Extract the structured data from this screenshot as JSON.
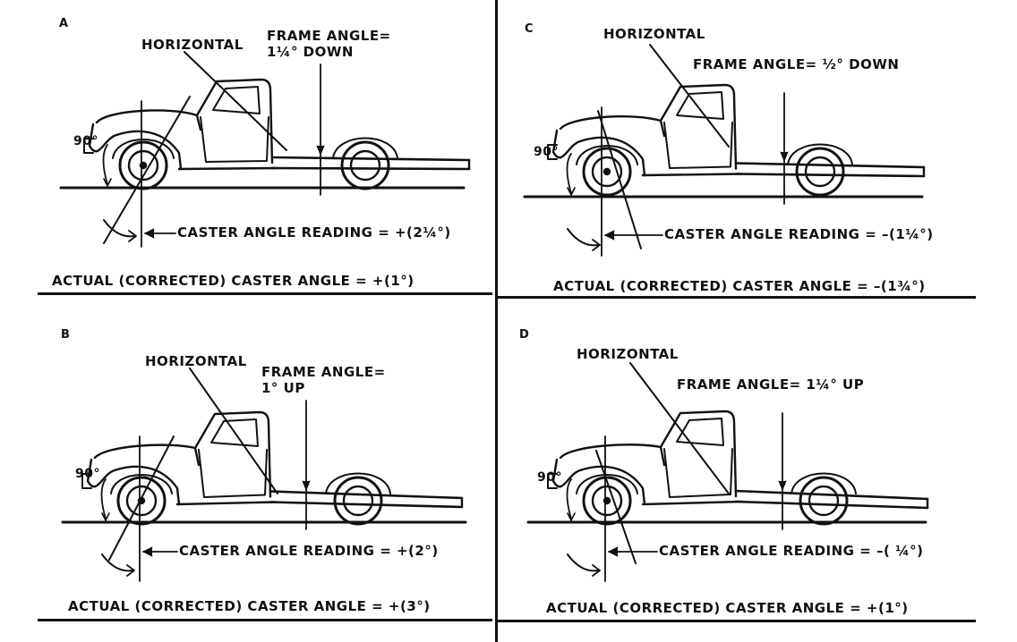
{
  "panels": [
    {
      "letter": "A",
      "horizontal": "HORIZONTAL",
      "frame_line1": "FRAME ANGLE=",
      "frame_line2": "1¼° DOWN",
      "deg": "90°",
      "reading": "CASTER ANGLE READING = +(2¼°)",
      "actual": "ACTUAL (CORRECTED) CASTER ANGLE = +(1°)"
    },
    {
      "letter": "C",
      "horizontal": "HORIZONTAL",
      "frame_line1": "FRAME ANGLE= ½° DOWN",
      "frame_line2": "",
      "deg": "90°",
      "reading": "CASTER ANGLE READING = –(1¼°)",
      "actual": "ACTUAL (CORRECTED) CASTER ANGLE = –(1¾°)"
    },
    {
      "letter": "B",
      "horizontal": "HORIZONTAL",
      "frame_line1": "FRAME ANGLE=",
      "frame_line2": "1° UP",
      "deg": "90°",
      "reading": "CASTER ANGLE READING = +(2°)",
      "actual": "ACTUAL (CORRECTED) CASTER ANGLE = +(3°)"
    },
    {
      "letter": "D",
      "horizontal": "HORIZONTAL",
      "frame_line1": "FRAME ANGLE= 1¼° UP",
      "frame_line2": "",
      "deg": "90°",
      "reading": "CASTER ANGLE READING = –( ¼°)",
      "actual": "ACTUAL (CORRECTED) CASTER ANGLE = +(1°)"
    }
  ]
}
